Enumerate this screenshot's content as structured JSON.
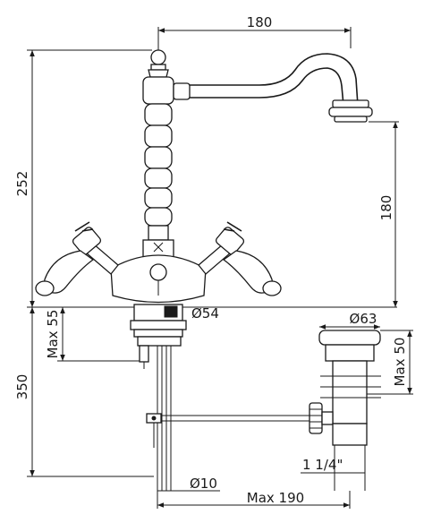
{
  "dimensions": {
    "spout_reach_top": "180",
    "overall_height": "252",
    "spout_height": "180",
    "max_deck_thickness": "Max 55",
    "body_diameter": "Ø54",
    "waste_flange_diameter": "Ø63",
    "waste_max_height": "Max 50",
    "below_deck_length": "350",
    "thread_size": "1 1/4\"",
    "pull_rod_diameter": "Ø10",
    "rod_reach_max": "Max 190"
  }
}
